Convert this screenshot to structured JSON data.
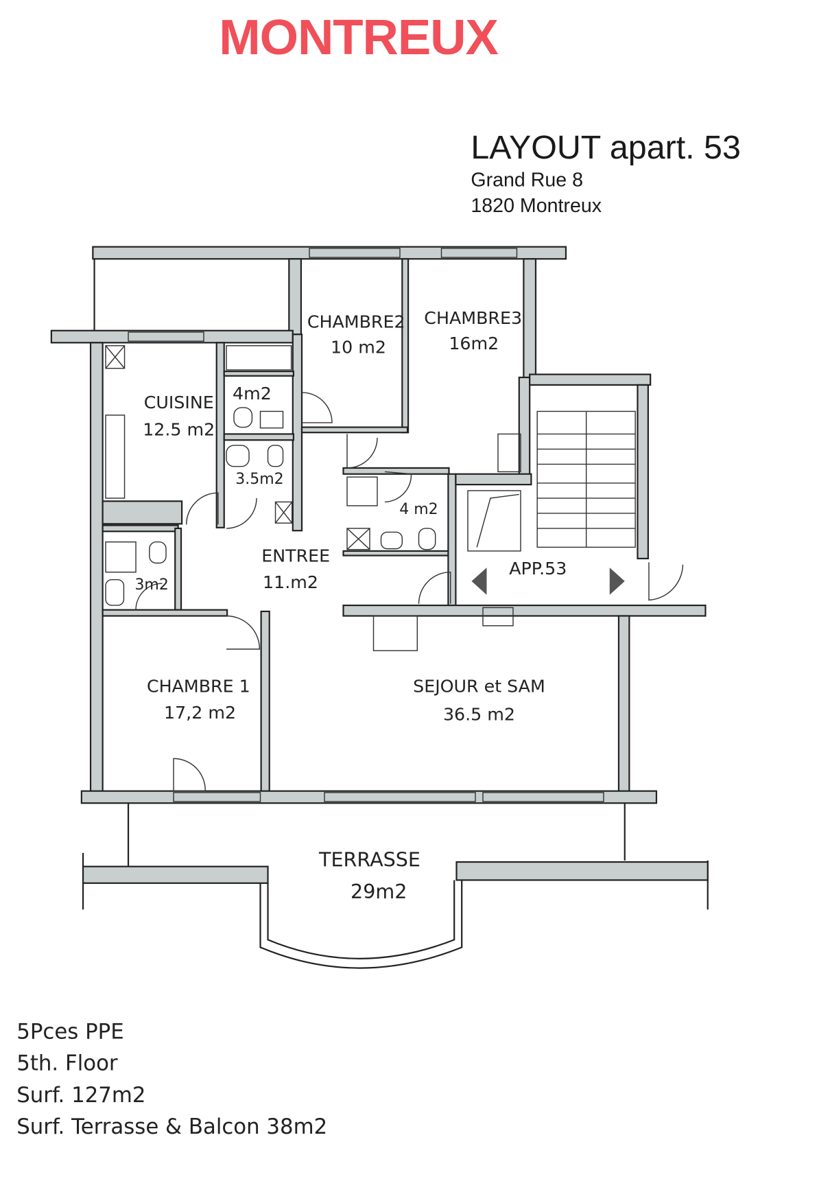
{
  "header": {
    "brand": "MONTREUX",
    "brand_color": "#f0505a",
    "title": "LAYOUT apart. 53",
    "address_line1": "Grand Rue 8",
    "address_line2": "1820 Montreux"
  },
  "rooms": {
    "chambre2": {
      "name": "CHAMBRE2",
      "area": "10 m2"
    },
    "chambre3": {
      "name": "CHAMBRE3",
      "area": "16m2"
    },
    "cuisine": {
      "name": "CUISINE",
      "area": "12.5 m2"
    },
    "bath1": {
      "area": "4m2"
    },
    "bath2": {
      "area": "3.5m2"
    },
    "bath3": {
      "area": "4 m2"
    },
    "bath4": {
      "area": "3m2"
    },
    "entree": {
      "name": "ENTREE",
      "area": "11.m2"
    },
    "app": {
      "name": "APP.53"
    },
    "chambre1": {
      "name": "CHAMBRE 1",
      "area": "17,2 m2"
    },
    "sejour": {
      "name": "SEJOUR et SAM",
      "area": "36.5 m2"
    },
    "terrasse": {
      "name": "TERRASSE",
      "area": "29m2"
    }
  },
  "footer": {
    "line1": "5Pces  PPE",
    "line2": "5th. Floor",
    "line3": "Surf.  127m2",
    "line4": "Surf. Terrasse & Balcon 38m2"
  }
}
